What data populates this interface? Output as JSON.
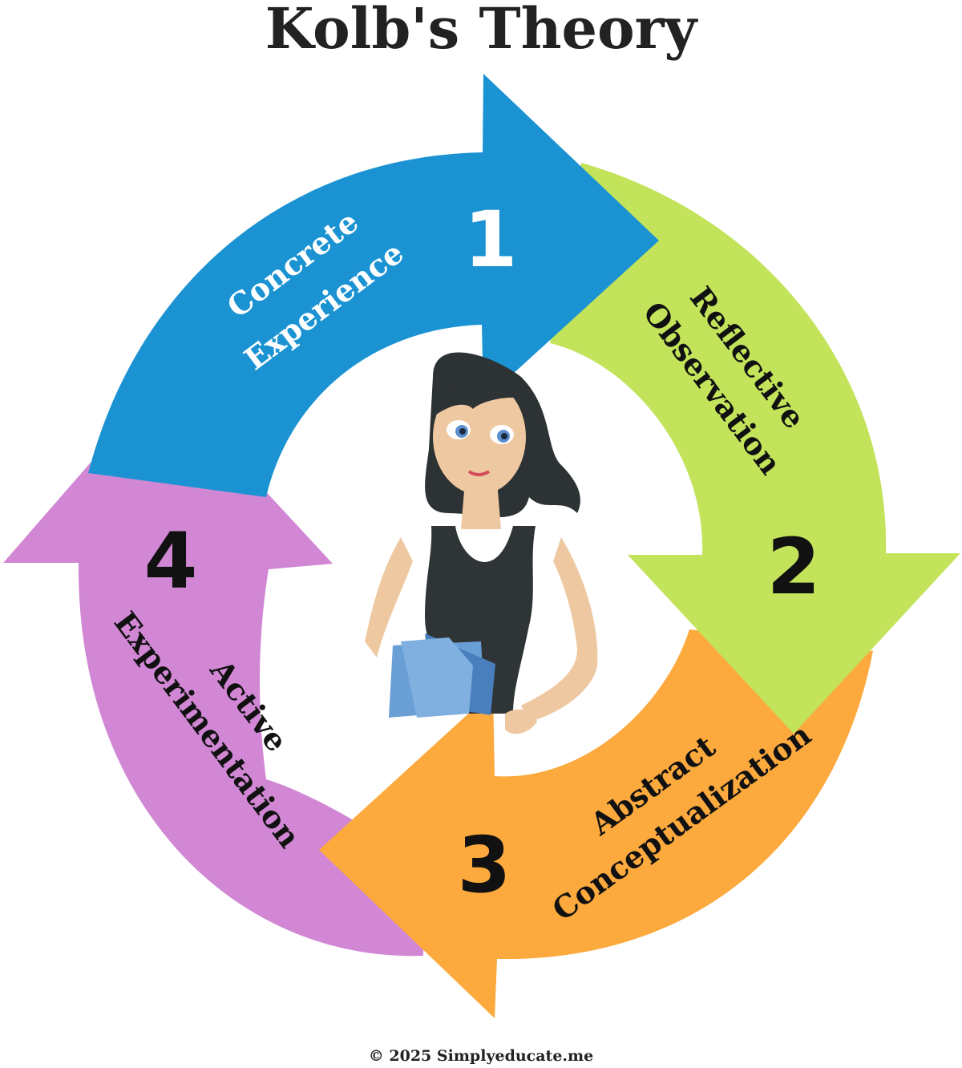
{
  "title": "Kolb's Theory",
  "footer": "© 2025 Simplyeducate.me",
  "colors": {
    "stage1": "#1b93d3",
    "stage2": "#c2e35a",
    "stage3": "#fca93d",
    "stage4": "#d187d4",
    "dark_text": "#111111",
    "light_text": "#ffffff"
  },
  "stages": [
    {
      "number": "1",
      "line1": "Concrete",
      "line2": "Experience"
    },
    {
      "number": "2",
      "line1": "Reflective",
      "line2": "Observation"
    },
    {
      "number": "3",
      "line1": "Abstract",
      "line2": "Conceptualization"
    },
    {
      "number": "4",
      "line1": "Active",
      "line2": "Experimentation"
    }
  ]
}
